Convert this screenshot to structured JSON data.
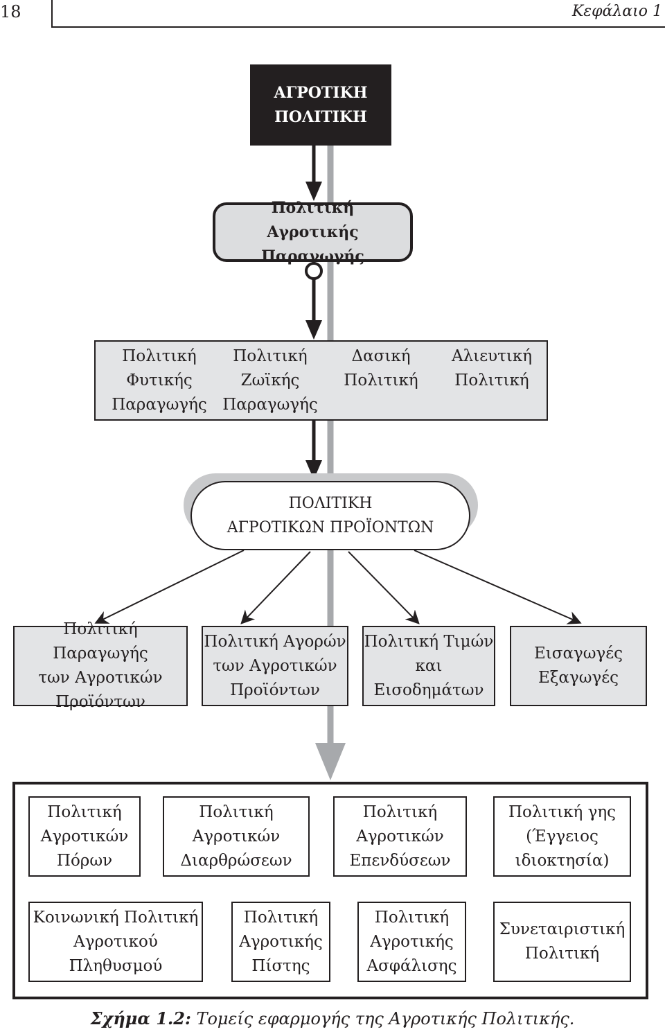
{
  "header": {
    "page_number": "18",
    "chapter": "Κεφάλαιο 1"
  },
  "root": {
    "label": "ΑΓΡΟΤΙΚΗ\nΠΟΛΙΤΙΚΗ"
  },
  "production_policy": {
    "label": "Πολιτική\nΑγροτικής Παραγωγής"
  },
  "sectors": [
    {
      "label": "Πολιτική\nΦυτικής\nΠαραγωγής"
    },
    {
      "label": "Πολιτική\nΖωϊκής\nΠαραγωγής"
    },
    {
      "label": "Δασική\nΠολιτική"
    },
    {
      "label": "Αλιευτική\nΠολιτική"
    }
  ],
  "products_policy": {
    "label": "ΠΟΛΙΤΙΚΗ\nΑΓΡΟΤΙΚΩΝ ΠΡΟΪΟΝΤΩΝ"
  },
  "product_branches": [
    {
      "label": "Πολιτική Παραγωγής\nτων Αγροτικών\nΠροϊόντων"
    },
    {
      "label": "Πολιτική Αγορών\nτων Αγροτικών\nΠροϊόντων"
    },
    {
      "label": "Πολιτική Τιμών\nκαι\nΕισοδημάτων"
    },
    {
      "label": "Εισαγωγές\nΕξαγωγές"
    }
  ],
  "structural_row1": [
    {
      "label": "Πολιτική\nΑγροτικών\nΠόρων"
    },
    {
      "label": "Πολιτική\nΑγροτικών\nΔιαρθρώσεων"
    },
    {
      "label": "Πολιτική\nΑγροτικών\nΕπενδύσεων"
    },
    {
      "label": "Πολιτική γης\n(Έγγειος\nιδιοκτησία)"
    }
  ],
  "structural_row2": [
    {
      "label": "Κοινωνική Πολιτική\nΑγροτικού\nΠληθυσμού"
    },
    {
      "label": "Πολιτική\nΑγροτικής\nΠίστης"
    },
    {
      "label": "Πολιτική\nΑγροτικής\nΑσφάλισης"
    },
    {
      "label": "Συνεταιριστική\nΠολιτική"
    }
  ],
  "caption": {
    "label": "Σχήμα 1.2:",
    "text": " Τομείς εφαρμογής της Αγροτικής Πολιτικής."
  },
  "colors": {
    "ink": "#231f20",
    "box_fill": "#e3e4e6",
    "grey_arrow": "#a7a9ac"
  }
}
